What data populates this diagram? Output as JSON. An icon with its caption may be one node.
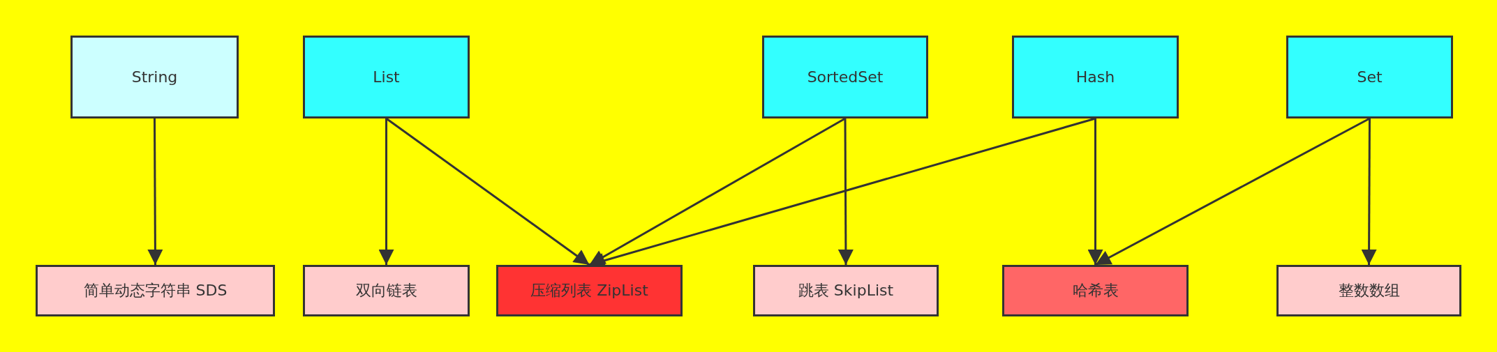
{
  "diagram": {
    "nodes": [
      {
        "text": [
          "String"
        ]
      },
      {
        "text": [
          "List"
        ]
      },
      {
        "text": [
          "SortedSet"
        ]
      },
      {
        "text": [
          "Hash"
        ]
      },
      {
        "text": [
          "Set"
        ]
      },
      {
        "text": [
          "简单动态字符串 SDS"
        ]
      },
      {
        "text": [
          "双向链表"
        ]
      },
      {
        "text": [
          "压缩列表 ZipList"
        ]
      },
      {
        "text": [
          "跳表 SkipList"
        ]
      },
      {
        "text": [
          "哈希表"
        ]
      },
      {
        "text": [
          "整数数组"
        ]
      }
    ],
    "edges": [
      {
        "from": 0,
        "to": 5,
        "arrow": "to"
      },
      {
        "from": 1,
        "to": 6,
        "arrow": "to"
      },
      {
        "from": 1,
        "to": 7,
        "arrow": "to"
      },
      {
        "from": 2,
        "to": 7,
        "arrow": "to"
      },
      {
        "from": 2,
        "to": 8,
        "arrow": "to"
      },
      {
        "from": 3,
        "to": 7,
        "arrow": "to"
      },
      {
        "from": 3,
        "to": 9,
        "arrow": "to"
      },
      {
        "from": 4,
        "to": 9,
        "arrow": "to"
      },
      {
        "from": 4,
        "to": 10,
        "arrow": "to"
      }
    ]
  }
}
